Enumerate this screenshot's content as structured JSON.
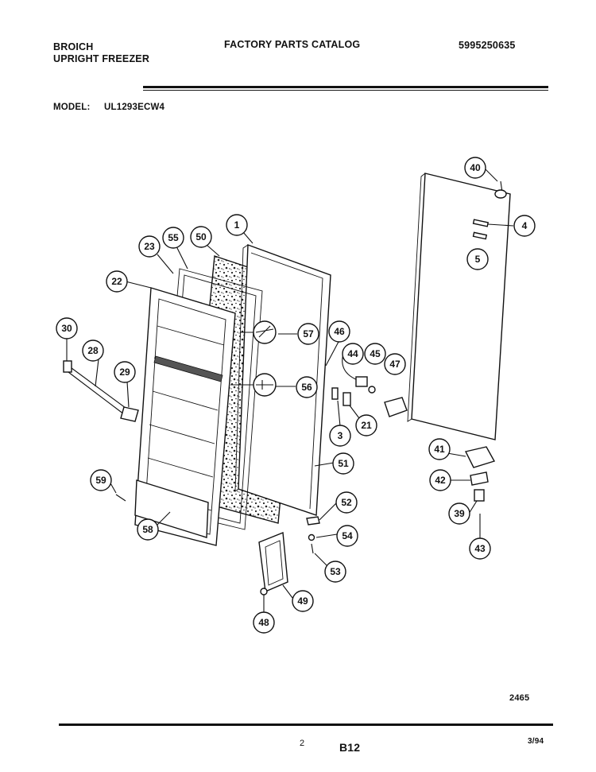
{
  "header": {
    "brand": "BROICH",
    "product": "UPRIGHT FREEZER",
    "catalog_title": "FACTORY PARTS CATALOG",
    "catalog_number": "5995250635",
    "model_label": "MODEL:",
    "model_value": "UL1293ECW4"
  },
  "diagram": {
    "drawing_number": "2465",
    "callouts": [
      "40",
      "4",
      "5",
      "1",
      "55",
      "50",
      "23",
      "22",
      "30",
      "28",
      "29",
      "57",
      "46",
      "44",
      "45",
      "47",
      "56",
      "3",
      "21",
      "51",
      "41",
      "42",
      "39",
      "43",
      "59",
      "58",
      "52",
      "54",
      "53",
      "49",
      "48"
    ]
  },
  "footer": {
    "page_number": "2",
    "section_code": "B12",
    "date": "3/94"
  }
}
